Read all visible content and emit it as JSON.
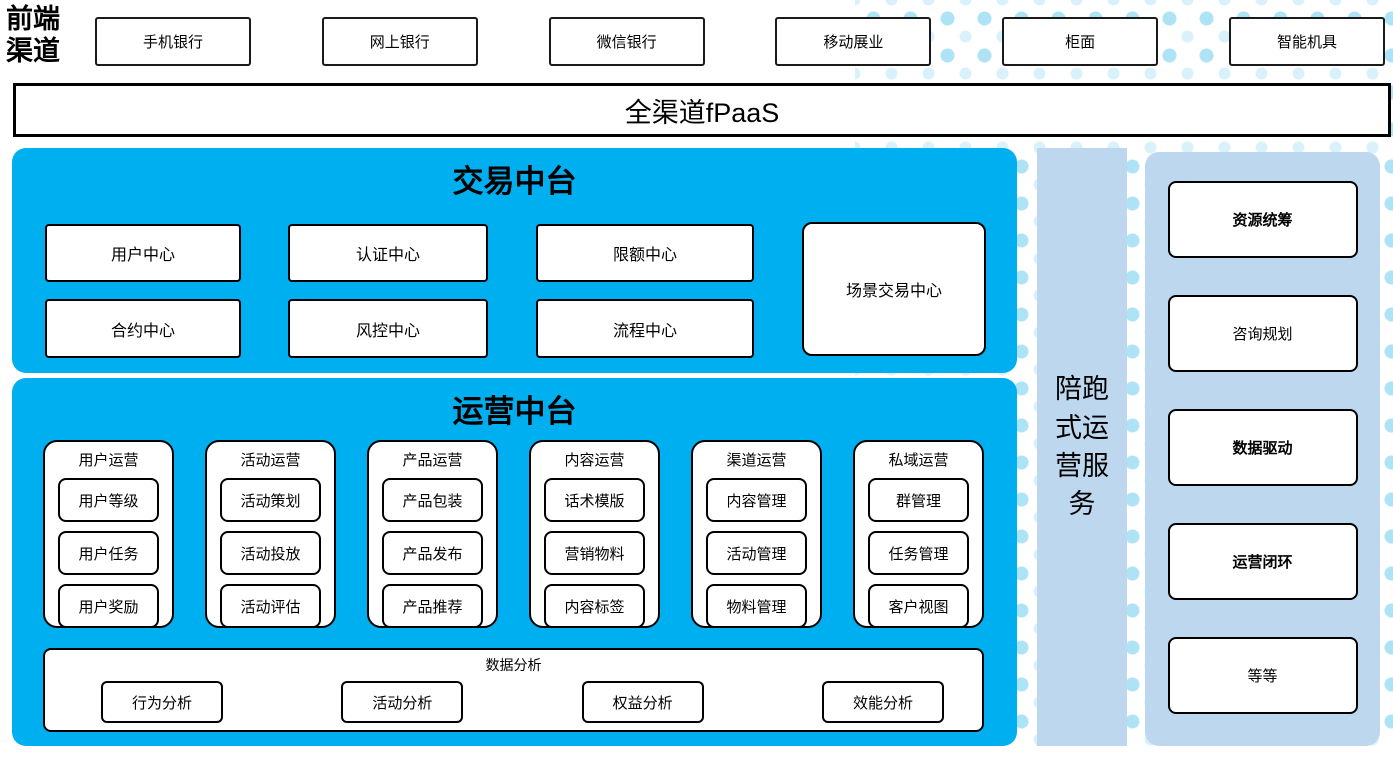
{
  "colors": {
    "bright_blue": "#00aff0",
    "light_blue": "#bdd7ee",
    "dot_blue": "#aee3f6",
    "dot_blue_pale": "#d9f1fb",
    "border": "#000000"
  },
  "front_channels": {
    "label": "前端渠道",
    "items": [
      "手机银行",
      "网上银行",
      "微信银行",
      "移动展业",
      "柜面",
      "智能机具"
    ]
  },
  "fpaas_bar": {
    "label": "全渠道fPaaS"
  },
  "transaction_platform": {
    "title": "交易中台",
    "boxes_row1": [
      "用户中心",
      "认证中心",
      "限额中心"
    ],
    "boxes_row2": [
      "合约中心",
      "风控中心",
      "流程中心"
    ],
    "tall_box": "场景交易中心"
  },
  "operation_platform": {
    "title": "运营中台",
    "groups": [
      {
        "title": "用户运营",
        "items": [
          "用户等级",
          "用户任务",
          "用户奖励"
        ]
      },
      {
        "title": "活动运营",
        "items": [
          "活动策划",
          "活动投放",
          "活动评估"
        ]
      },
      {
        "title": "产品运营",
        "items": [
          "产品包装",
          "产品发布",
          "产品推荐"
        ]
      },
      {
        "title": "内容运营",
        "items": [
          "话术模版",
          "营销物料",
          "内容标签"
        ]
      },
      {
        "title": "渠道运营",
        "items": [
          "内容管理",
          "活动管理",
          "物料管理"
        ]
      },
      {
        "title": "私域运营",
        "items": [
          "群管理",
          "任务管理",
          "客户视图"
        ]
      }
    ],
    "data_analysis": {
      "title": "数据分析",
      "items": [
        "行为分析",
        "活动分析",
        "权益分析",
        "效能分析"
      ]
    }
  },
  "side_bar": {
    "label": "陪跑式运营服务"
  },
  "right_panel": {
    "items": [
      {
        "label": "资源统筹",
        "bold": true
      },
      {
        "label": "咨询规划",
        "bold": false
      },
      {
        "label": "数据驱动",
        "bold": true
      },
      {
        "label": "运营闭环",
        "bold": true
      },
      {
        "label": "等等",
        "bold": false
      }
    ]
  }
}
